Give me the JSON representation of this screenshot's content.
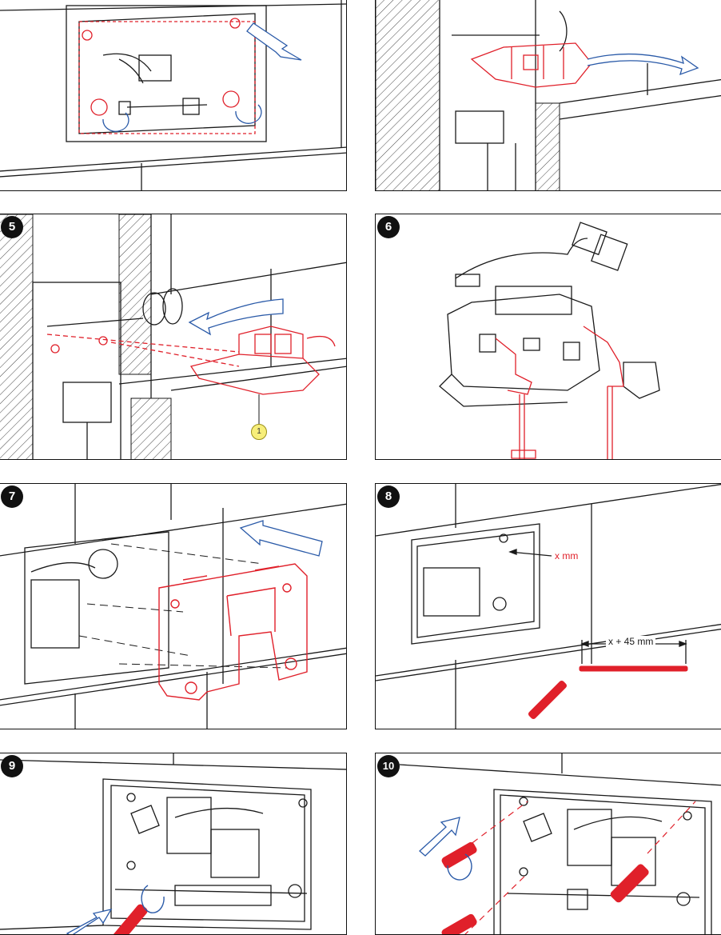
{
  "colors": {
    "line": "#1a1a1a",
    "part": "#e0202a",
    "arrow": "#2a5aa8",
    "callout_fill": "#f7ee7a"
  },
  "steps": {
    "p5": "5",
    "p6": "6",
    "p7": "7",
    "p8": "8",
    "p9": "9",
    "p10": "10"
  },
  "labels": {
    "callout_1": "1",
    "x_mm": "x mm",
    "x_plus_45": "x + 45 mm"
  }
}
